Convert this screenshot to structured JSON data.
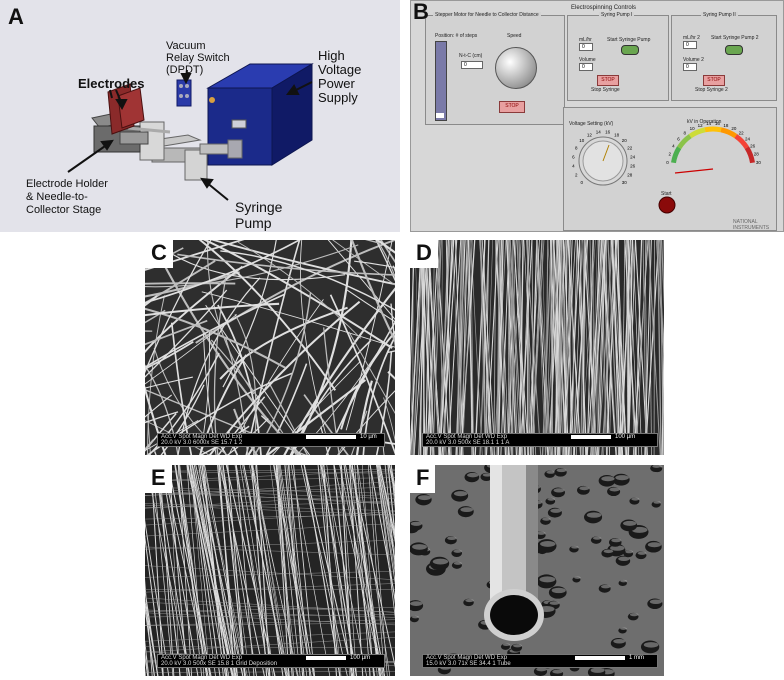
{
  "panels": {
    "A": {
      "label": "A",
      "annotations": {
        "electrodes": "Electrodes",
        "vacuum_relay_1": "Vacuum",
        "vacuum_relay_2": "Relay Switch",
        "vacuum_relay_3": "(DPDT)",
        "hv_1": "High",
        "hv_2": "Voltage",
        "hv_3": "Power",
        "hv_4": "Supply",
        "holder_1": "Electrode Holder",
        "holder_2": "& Needle-to-",
        "holder_3": "Collector Stage",
        "syringe_1": "Syringe",
        "syringe_2": "Pump"
      }
    },
    "B": {
      "label": "B",
      "title": "Electrospinning  Controls",
      "stepper": {
        "title": "Stepper Motor for Needle to Collector Distance",
        "position_label": "Position: # of steps",
        "nc_label": "N-t-C (cm)",
        "nc_value": "0",
        "speed_label": "Speed",
        "stop": "STOP"
      },
      "pump1": {
        "title": "Syring Pump I",
        "rate_label": "mL/hr",
        "rate_value": "0",
        "start_label": "Start Syringe Pump",
        "volume_label": "Volume",
        "volume_value": "0",
        "stop": "STOP",
        "stop_label": "Stop Syringe"
      },
      "pump2": {
        "title": "Syring Pump II",
        "rate_label": "mL/hr 2",
        "rate_value": "0",
        "start_label": "Start Syringe Pump 2",
        "volume_label": "Volume 2",
        "volume_value": "0",
        "stop": "STOP",
        "stop_label": "Stop Syringe 2"
      },
      "voltage": {
        "setting_label": "Voltage Setting (kV)",
        "operation_label": "kV in Operation",
        "knob_ticks": [
          "0",
          "2",
          "4",
          "6",
          "8",
          "10",
          "12",
          "14",
          "16",
          "18",
          "20",
          "22",
          "24",
          "26",
          "28",
          "30"
        ],
        "gauge_ticks": [
          "0",
          "2",
          "4",
          "6",
          "8",
          "10",
          "12",
          "14",
          "16",
          "18",
          "20",
          "22",
          "24",
          "26",
          "28",
          "30"
        ],
        "start_label": "Start"
      },
      "logo_1": "NATIONAL",
      "logo_2": "INSTRUMENTS"
    },
    "C": {
      "label": "C",
      "databar_header": "Acc.V  Spot Magn    Det  WD  Exp",
      "databar_values": "20.0 kV 3.0  6000x    SE  15.7  1     2",
      "scale": "10 µm"
    },
    "D": {
      "label": "D",
      "databar_header": "Acc.V  Spot Magn    Det  WD  Exp",
      "databar_values": "20.0 kV 3.0  500x     SE  18.1  1     1 A",
      "scale": "100 µm"
    },
    "E": {
      "label": "E",
      "databar_header": "Acc.V  Spot Magn    Det  WD  Exp",
      "databar_values": "20.0 kV 3.0  500x     SE  15.8  1     Grid Deposition",
      "scale": "100 µm"
    },
    "F": {
      "label": "F",
      "databar_header": "Acc.V  Spot Magn    Det  WD  Exp",
      "databar_values": "15.0 kV 3.0  71x      SE  34.4  1     Tube",
      "scale": "1 mm"
    }
  },
  "colors": {
    "power_supply": "#1b2a8a",
    "electrode": "#8a2a2a",
    "relay": "#2a3aa8",
    "sem_fiber": "#e6e6e6",
    "stop_button": "#e8a0a0"
  }
}
